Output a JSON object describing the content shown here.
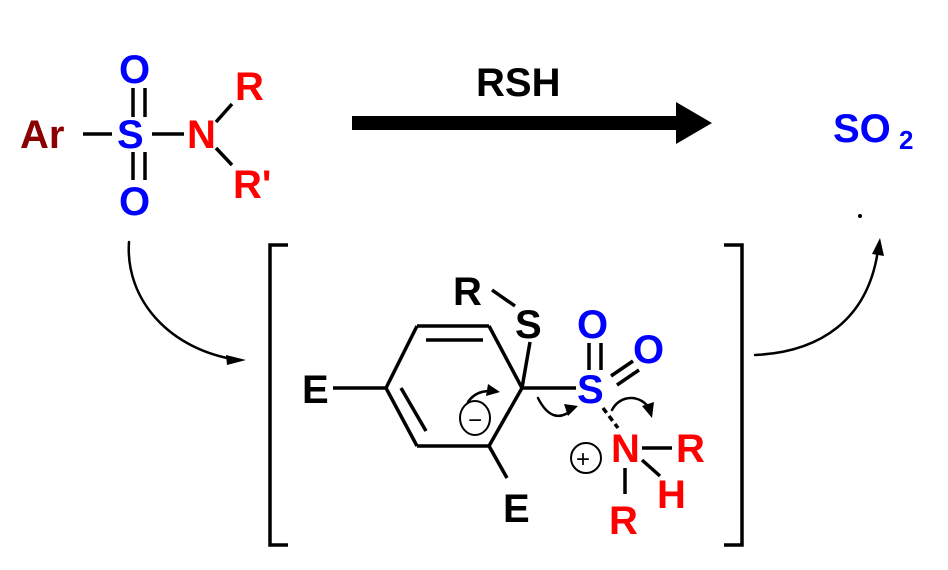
{
  "colors": {
    "aryl": "#8B0000",
    "sulfonyl": "#0000FF",
    "amine": "#FF0000",
    "neutral": "#000000"
  },
  "reactant": {
    "ar": "Ar",
    "s": "S",
    "o_top": "O",
    "o_bottom": "O",
    "n": "N",
    "r": "R",
    "r_prime": "R'"
  },
  "reagent": "RSH",
  "product": {
    "so": "SO",
    "sub": "2"
  },
  "intermediate": {
    "r": "R",
    "s_thio": "S",
    "e_left": "E",
    "e_bottom": "E",
    "s_sulfonyl": "S",
    "o_top": "O",
    "o_right": "O",
    "n": "N",
    "r_right": "R",
    "h": "H",
    "r_bottom": "R",
    "minus": "−",
    "plus": "+"
  }
}
